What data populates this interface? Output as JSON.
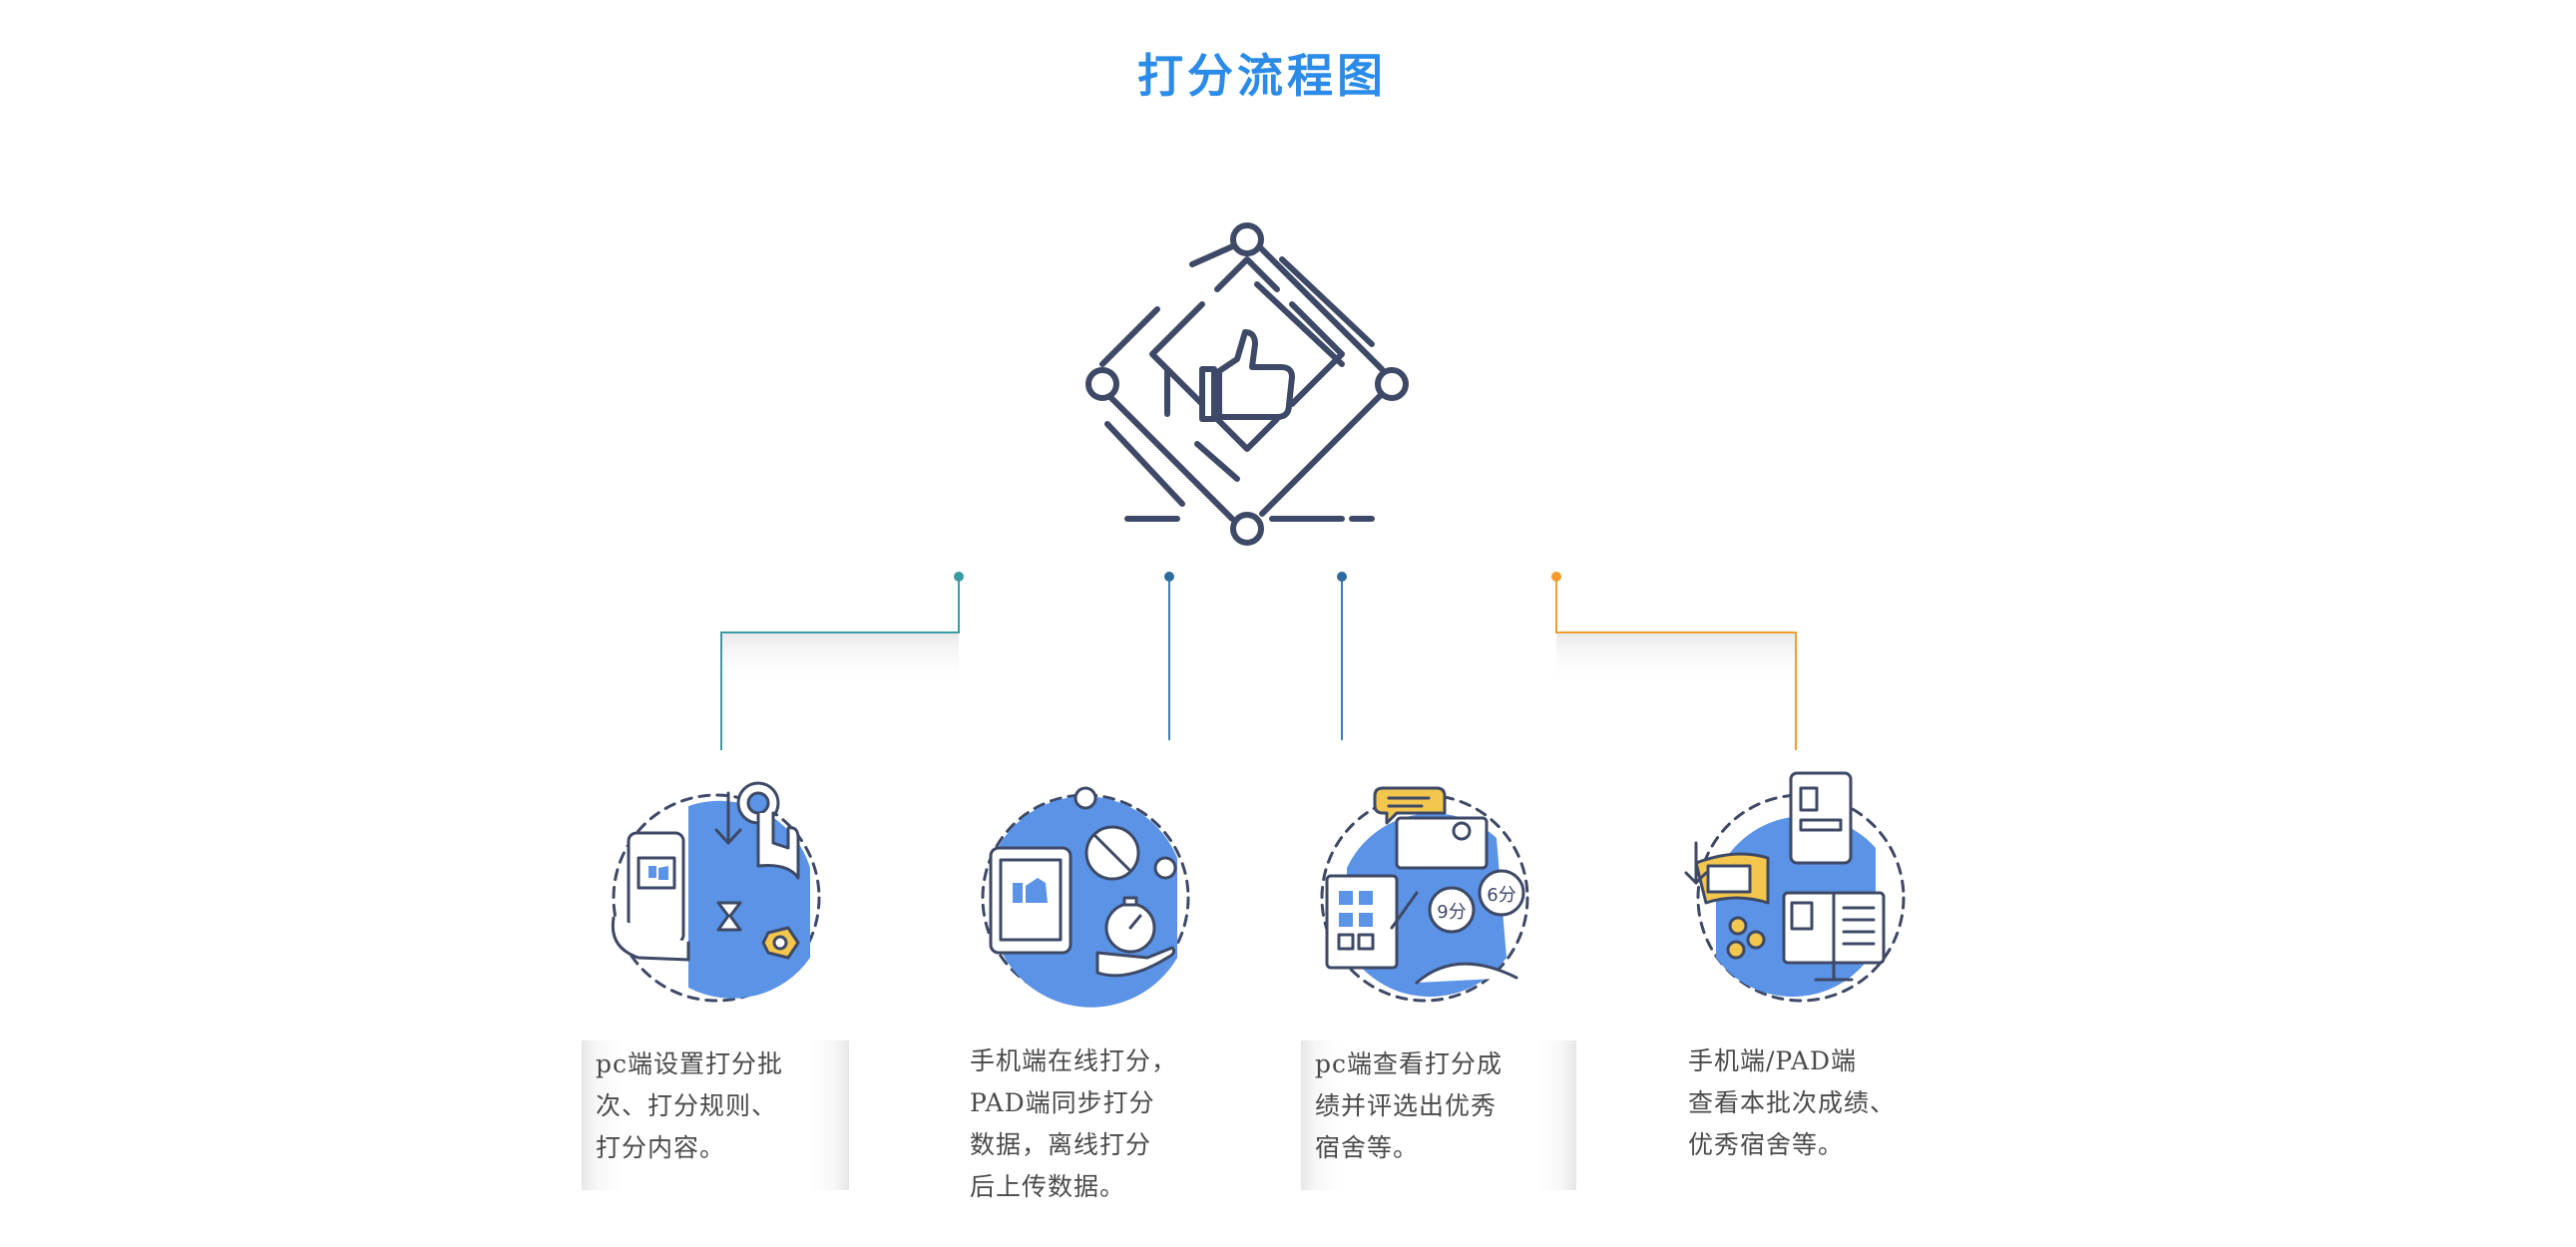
{
  "title": "打分流程图",
  "colors": {
    "title": "#2b8be8",
    "icon_blue": "#5b93e6",
    "icon_stroke": "#3d4966",
    "icon_yellow": "#f3c64d",
    "connector_teal": "#3a9ba3",
    "connector_blue": "#3a7fb6",
    "connector_orange": "#f39b2c"
  },
  "center_icon": "diamond-thumbs-up-icon",
  "steps": [
    {
      "icon": "pc-hand-settings-icon",
      "lines": [
        "pc端设置打分批",
        "次、打分规则、",
        "打分内容。"
      ]
    },
    {
      "icon": "tablet-stopwatch-icon",
      "lines": [
        "手机端在线打分，",
        "PAD端同步打分",
        "数据，离线打分",
        "后上传数据。"
      ]
    },
    {
      "icon": "checklist-score-icon",
      "lines": [
        "pc端查看打分成",
        "绩并评选出优秀",
        "宿舍等。"
      ],
      "score_badges": [
        "9分",
        "6分"
      ]
    },
    {
      "icon": "tablet-report-icon",
      "lines": [
        "手机端/PAD端",
        "查看本批次成绩、",
        "优秀宿舍等。"
      ]
    }
  ]
}
